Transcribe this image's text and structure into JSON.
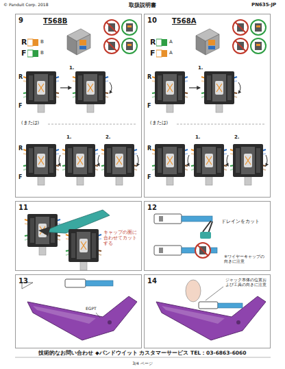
{
  "diagram": {
    "title": "取扱説明書",
    "nodes": [
      {
        "text": [
          "9",
          "T568B"
        ]
      },
      {
        "text": [
          "10",
          "T568A"
        ]
      },
      {
        "text": [
          "11"
        ]
      },
      {
        "text": [
          "12"
        ]
      },
      {
        "text": [
          "13"
        ]
      },
      {
        "text": [
          "14"
        ]
      }
    ],
    "labels": [
      "© Panduit Corp. 2018",
      "PN635-JP",
      "R",
      "B",
      "F",
      "B",
      "R",
      "F",
      "1.",
      "(または)",
      "R",
      "F",
      "1.",
      "2.",
      "R",
      "A",
      "F",
      "A",
      "R",
      "F",
      "1.",
      "(または)",
      "R",
      "F",
      "1.",
      "2.",
      "キャップの面に合わせてカットする",
      "ドレインをカット",
      "※ワイヤーキャップの向きに注意",
      "EGPT",
      "ジャック本体の位置および工具の向きに注意",
      "技術的なお問い合わせ ◆パンドウイット カスタマーサービス TEL：03-6863-6060",
      "3/4 ページ"
    ]
  }
}
